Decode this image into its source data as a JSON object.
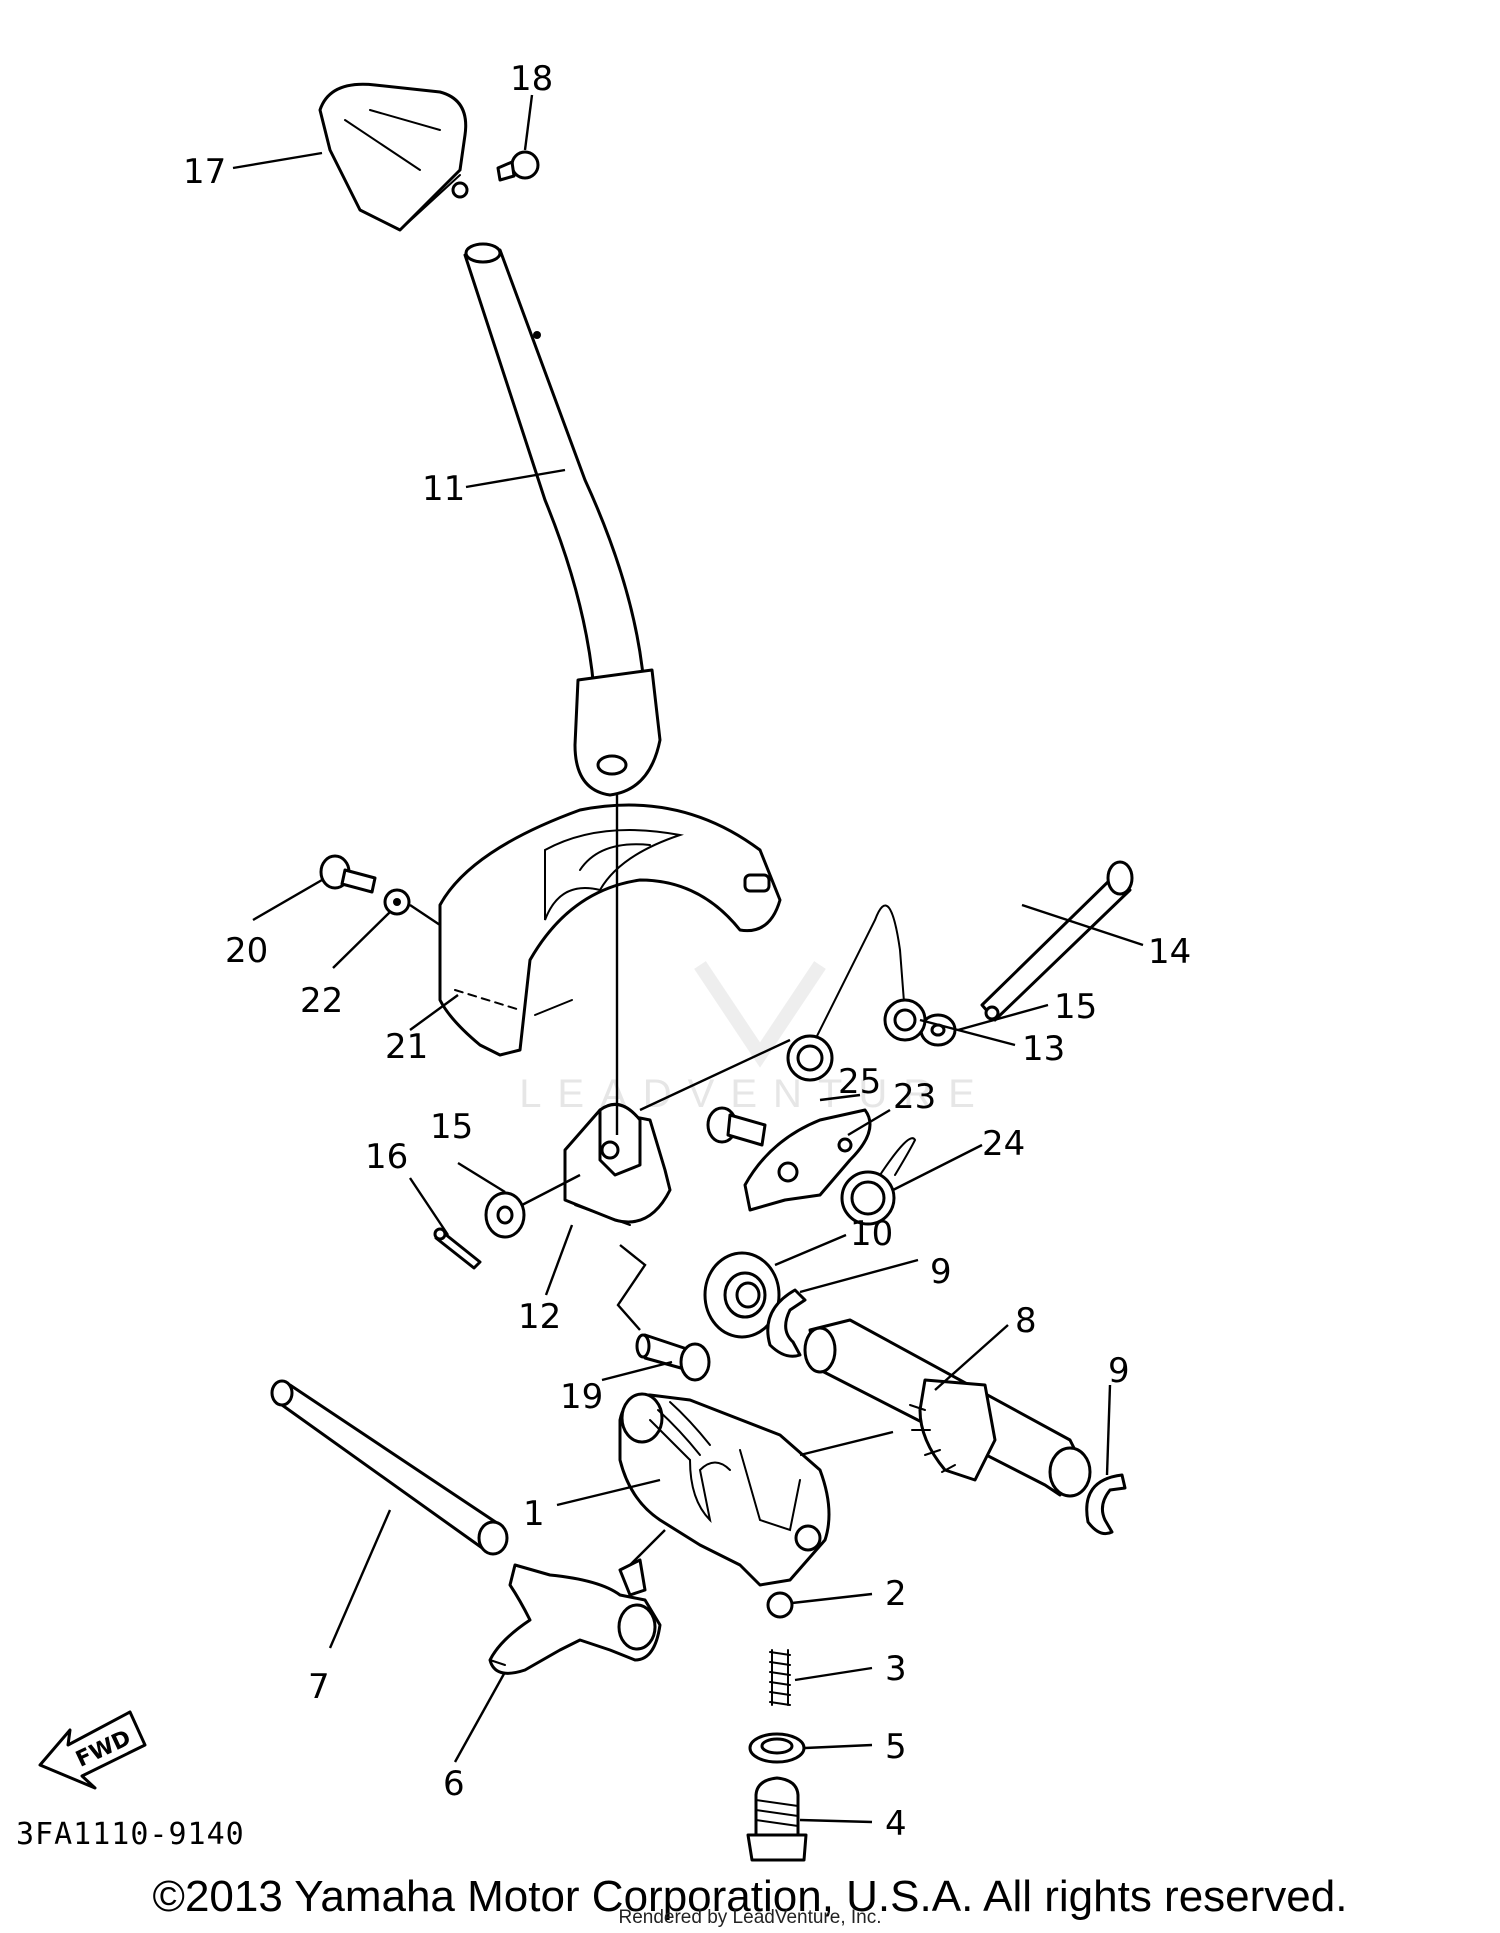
{
  "diagram": {
    "drawing_code": "3FA1110-9140",
    "fwd_label": "FWD",
    "watermark_text": "LEADVENTURE",
    "callouts": {
      "c1": "1",
      "c2": "2",
      "c3": "3",
      "c4": "4",
      "c5": "5",
      "c6": "6",
      "c7": "7",
      "c8": "8",
      "c9a": "9",
      "c9b": "9",
      "c10": "10",
      "c11": "11",
      "c12": "12",
      "c13": "13",
      "c14": "14",
      "c15a": "15",
      "c15b": "15",
      "c16": "16",
      "c17": "17",
      "c18": "18",
      "c19": "19",
      "c20": "20",
      "c21": "21",
      "c22": "22",
      "c23": "23",
      "c24": "24",
      "c25": "25"
    }
  },
  "footer": {
    "copyright": "©2013 Yamaha Motor Corporation, U.S.A. All rights reserved.",
    "rendered_by": "Rendered by LeadVenture, Inc."
  }
}
